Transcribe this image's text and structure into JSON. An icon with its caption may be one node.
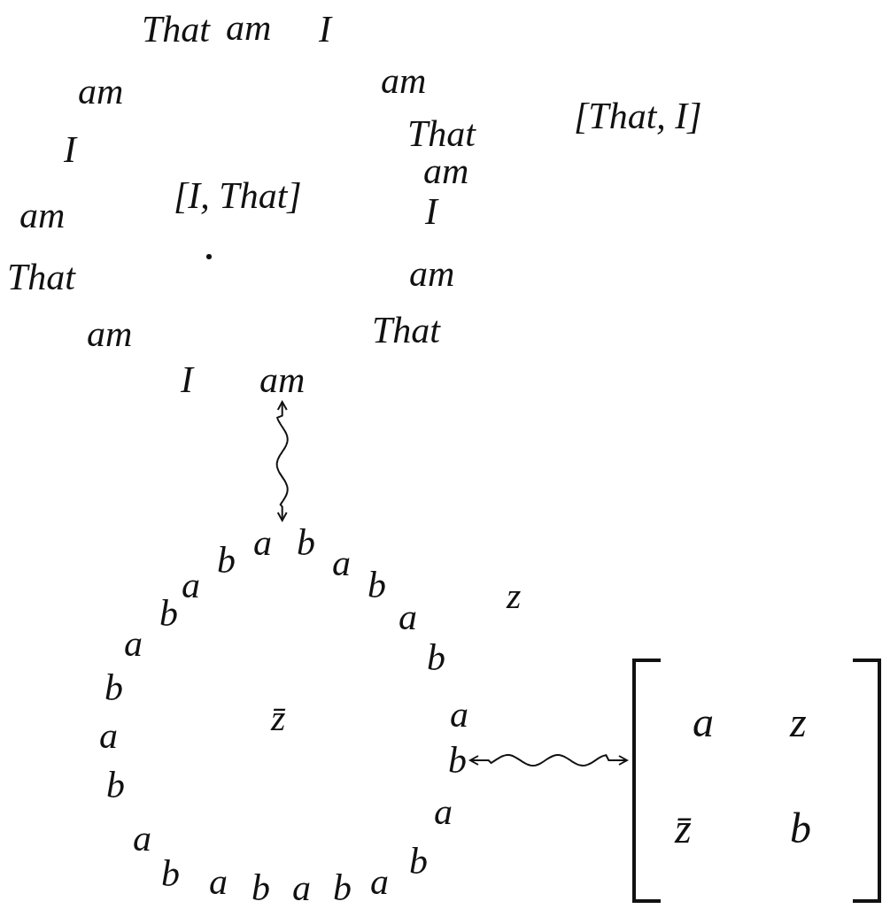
{
  "diagram": {
    "nodes": [
      {
        "text": [
          "am"
        ]
      },
      {
        "text": [
          "a"
        ]
      },
      {
        "text": [
          "b"
        ]
      },
      {
        "text": [
          "a",
          "z",
          "z̄",
          "b"
        ]
      }
    ],
    "edges": [
      {
        "from": 0,
        "to": 1,
        "arrow": "both"
      },
      {
        "from": 2,
        "to": 3,
        "arrow": "both"
      }
    ],
    "labels": [
      "That",
      "am",
      "I",
      "am",
      "am",
      "That",
      "[That, I]",
      "I",
      "am",
      "am",
      "[I, That]",
      "I",
      "That",
      "am",
      "am",
      "That",
      "I",
      "a",
      "b",
      "b",
      "a",
      "b",
      "a",
      "b",
      "z",
      "a",
      "a",
      "b",
      "a",
      "b",
      "a",
      "b",
      "a",
      "b",
      "a",
      "b",
      "a",
      "b",
      "a",
      "b",
      "z̄"
    ]
  }
}
